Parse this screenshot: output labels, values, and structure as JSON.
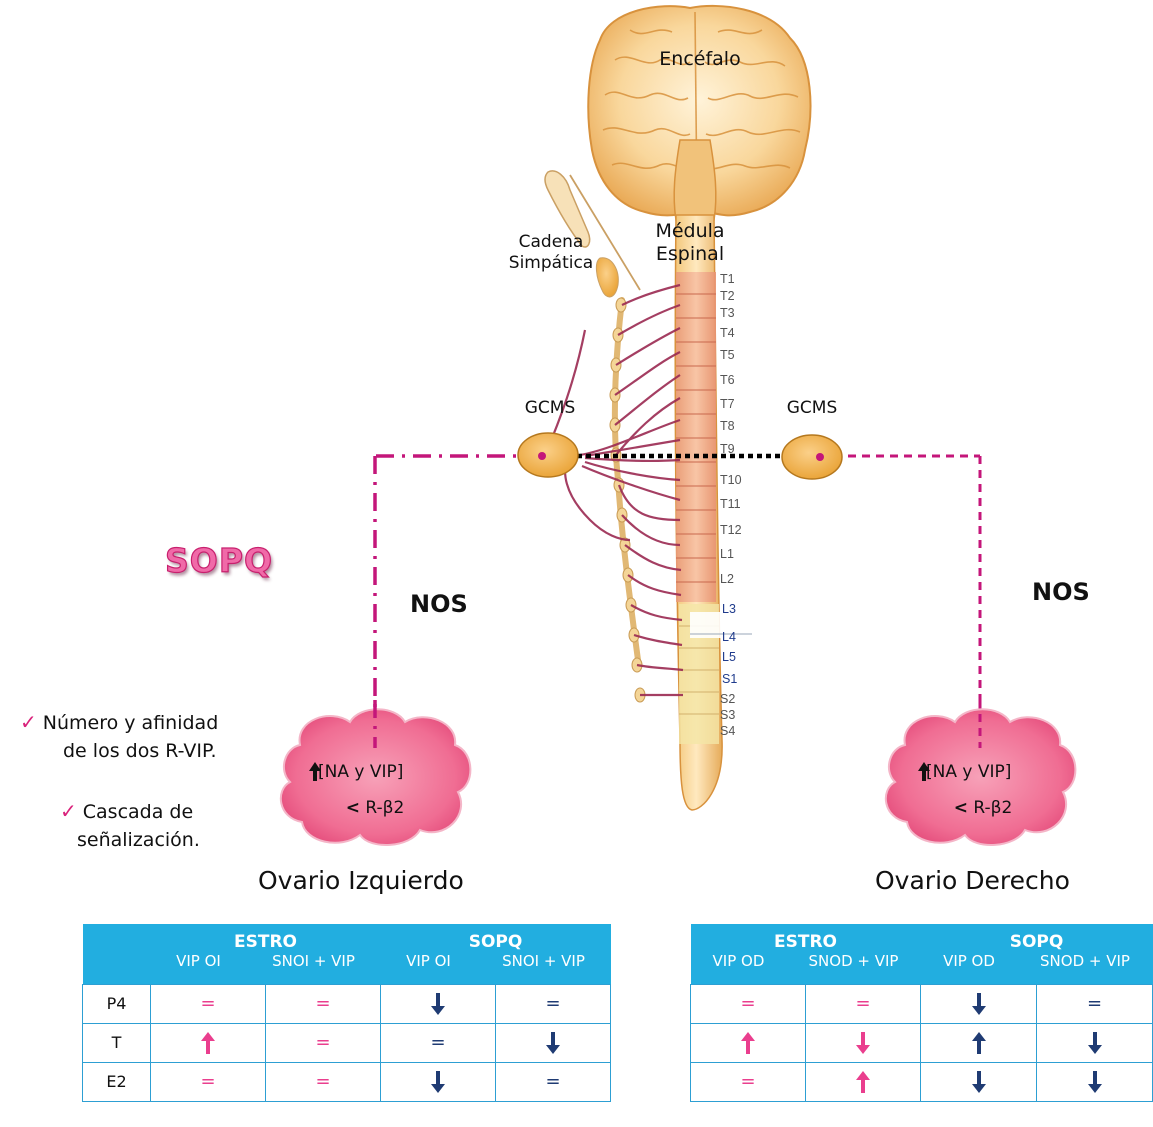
{
  "labels": {
    "encefalo": "Encéfalo",
    "medula": [
      "Médula",
      "Espinal"
    ],
    "cadena": [
      "Cadena",
      "Simpática"
    ],
    "gcms_left": "GCMS",
    "gcms_right": "GCMS"
  },
  "segments": [
    "T1",
    "T2",
    "T3",
    "T4",
    "T5",
    "T6",
    "T7",
    "T8",
    "T9",
    "T10",
    "T11",
    "T12",
    "L1",
    "L2",
    "L3",
    "L4",
    "L5",
    "S1",
    "S2",
    "S3",
    "S4"
  ],
  "sopq_title": "SOPQ",
  "nos_left": "NOS",
  "nos_right": "NOS",
  "bullets": [
    "Número y afinidad",
    "de los dos R-VIP.",
    "Cascada de",
    "señalización."
  ],
  "clouds": {
    "left": {
      "line1": "[NA y VIP]",
      "line2_prefix": "<",
      "line2": "R-β2"
    },
    "right": {
      "line1": "[NA y VIP]",
      "line2_prefix": "<",
      "line2": "R-β2"
    }
  },
  "ovario_left": "Ovario Izquierdo",
  "ovario_right": "Ovario Derecho",
  "colors": {
    "table_header": "#22aee0",
    "magenta": "#d9227b",
    "navy": "#1f3b73",
    "ganglion": "#f2b24a"
  },
  "table_left": {
    "groups": [
      "ESTRO",
      "SOPQ"
    ],
    "columns": [
      "VIP OI",
      "SNOI + VIP",
      "VIP OI",
      "SNOI + VIP"
    ],
    "rows": [
      {
        "label": "P4",
        "cells": [
          "eq-pink",
          "eq-pink",
          "down-blue",
          "eq-blue"
        ]
      },
      {
        "label": "T",
        "cells": [
          "up-pink",
          "eq-pink",
          "eq-blue",
          "down-blue"
        ]
      },
      {
        "label": "E2",
        "cells": [
          "eq-pink",
          "eq-pink",
          "down-blue",
          "eq-blue"
        ]
      }
    ]
  },
  "table_right": {
    "groups": [
      "ESTRO",
      "SOPQ"
    ],
    "columns": [
      "VIP OD",
      "SNOD + VIP",
      "VIP OD",
      "SNOD + VIP"
    ],
    "rows": [
      {
        "cells": [
          "eq-pink",
          "eq-pink",
          "down-blue",
          "eq-blue"
        ]
      },
      {
        "cells": [
          "up-pink",
          "down-pink",
          "up-blue",
          "down-blue"
        ]
      },
      {
        "cells": [
          "eq-pink",
          "up-pink",
          "down-blue",
          "down-blue"
        ]
      }
    ]
  }
}
